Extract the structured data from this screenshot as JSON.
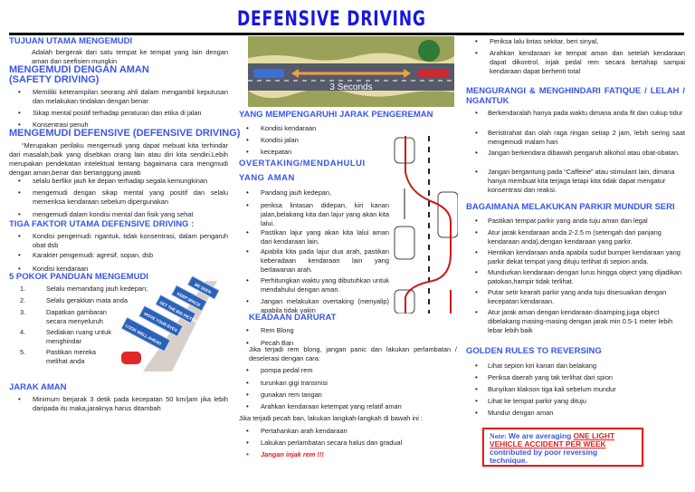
{
  "title": "DEFENSIVE DRIVING",
  "left": {
    "tujuan": {
      "heading": "TUJUAN UTAMA MENGEMUDI",
      "text": "Adalah bergerak dari satu tempat ke tempat yang lain dengan aman dan seefisien mungkin"
    },
    "safety": {
      "heading": "MENGEMUDI DENGAN AMAN (SAFETY DRIVING)",
      "items": [
        "Memiliki keterampilan seorang ahli dalam mengambil keputusan dan melakukan tindakan dengan benar",
        "Sikap mental positif terhadap peraturan dan etika di jalan",
        "Konsentrasi penuh"
      ]
    },
    "defensive": {
      "heading": "MENGEMUDI DEFENSIVE (DEFENSIVE DRIVING)",
      "text": "“Merupakan perilaku mengemudi yang dapat mebuat kita terhindar dari masalah,baik yang disebkan orang lain atau diri kita sendiri.Lebih merupakan pendekatan intelektual tentang bagaimana cara mengmudi dengan aman,benar dan bertanggung jawab",
      "items": [
        "selalu berfikir jauh ke depan terhadap segala kemungkinan",
        "mengemudi dengan sikap mental yang positif dan selalu memeriksa kendaraan sebelum dipergunakan",
        "mengemudi dalam kondisi mental dan fisik yang sehat"
      ]
    },
    "tiga": {
      "heading": "TIGA FAKTOR UTAMA DEFENSIVE DRIVING :",
      "items": [
        "Kondisi pengemudi: ngantuk, tidak konsentrasi, dalam pengaruh obat dsb",
        "Karakter pengemudi: agresif,  sopan, dsb",
        "Kondisi kendaraan"
      ]
    },
    "pokok": {
      "heading": "5 POKOK PANDUAN MENGEMUDI",
      "items": [
        {
          "n": "1.",
          "t": "Selalu memandang jauh kedepan;"
        },
        {
          "n": "2.",
          "t": "Selalu gerakkan mata anda"
        },
        {
          "n": "3.",
          "t": "Dapatkan gambaran secara menyeluruh"
        },
        {
          "n": "4.",
          "t": "Sediakan ruang untuk menghindar"
        },
        {
          "n": "5.",
          "t": "Pastikan mereka melihat anda"
        }
      ],
      "signs": [
        "LOOK WELL AHEAD",
        "MOVE YOUR EYES",
        "GET THE BIG PICTURE",
        "KEEP SPACE",
        "BE SEEN"
      ]
    },
    "jarak": {
      "heading": "JARAK AMAN",
      "items": [
        "Minimum berjarak 3 detik pada kecepatan 50 km/jam jika lebih daripada itu maka,jaraknya harus ditambah"
      ]
    }
  },
  "middle": {
    "image_label": "3 Seconds",
    "pengereman": {
      "heading": "YANG MEMPENGARUHI JARAK PENGEREMAN",
      "items": [
        "Kondisi kendaraan",
        "Kondisi jalan",
        "kecepatan"
      ]
    },
    "overtaking": {
      "heading": "OVERTAKING/MENDAHULUI YANG AMAN",
      "items": [
        "Pandang jauh kedepan,",
        "periksa lintasan didepan, kiri kanan jalan,belakang kita dan lajur yang akan kita lalui.",
        "Pastikan lajur yang akan kita lalui aman dari kendaraan lain.",
        "Apabila kita pada lajur dua arah, pastikan keberadaan kendaraan lain yang berlawanan arah.",
        "Perhitungkan waktu yang dibutuhkan untuk mendahului dengan aman.",
        "Jangan melakukan overtaking (menyalip) apabila tidak yakin"
      ]
    },
    "darurat": {
      "heading": "KEADAAN DARURAT",
      "items": [
        "Rem Blong",
        "Pecah Ban"
      ],
      "text1": "Jika terjadi rem blong, jangan panic dan lakukan perlambatan / deselerasi dengan cara:",
      "items2": [
        "pompa pedal rem",
        "turunkan gigi transmisi",
        "gunakan rem tangan",
        "Arahkan kendaraan ketempat yang relatif aman"
      ],
      "text2": "Jika terjadi pecah ban, lakukan langkah-langkah di bawah ini :",
      "items3": [
        "Pertahankan arah kendaraan",
        "Lakukan perlambatan secara halus dan gradual",
        "Jangan injak rem !!!"
      ]
    }
  },
  "right": {
    "top_items": [
      "Periksa lalu lintas sekitar, beri sinyal,",
      "Arahkan kendaraan ke tempat aman dan setelah kendaraan dapat dikontrol, injak pedal rem secara bertahap sampai kendaraan dapat berhenti total"
    ],
    "fatigue": {
      "heading": "MENGURANGI & MENGHINDARI FATIQUE / LELAH / NGANTUK",
      "items": [
        "Berkendaralah hanya pada waktu dimana anda fit dan cukup tidur",
        "Beristirahat dan olah raga ringan setiap 2 jam, lebih sering saat mengemudi malam hari",
        "Jangan berkendara dibawah pengaruh alkohol atau obat-obatan.",
        "Jangan bergantung pada “Caffeine” atau stimulant lain, dimana hanya membuat kita terjaga tetapi kita tidak dapat mengatur konsentrasi dan reaksi."
      ]
    },
    "parkir": {
      "heading": "BAGAIMANA  MELAKUKAN PARKIR MUNDUR SERI",
      "items": [
        "Pastikan tempat parkir yang anda tuju aman dan legal",
        "Atur jarak kendaraan anda 2-2.5 m (setengah dari panjang kendaraan anda),dengan kendaraan yang parkir.",
        "Hentikan kendaraan anda apabila sudut bumper kendaraan yang parkir dekat tempat yang dituju terlihat di sepion anda.",
        "Mundurkan kendaraan dengan lurus hingga object yang dijadikan patokan,hampir tidak terlihat.",
        "Putar setir kearah parkir yang anda tuju disesuaikan dengan kecepatan kendaraan.",
        "Atur jarak aman dengan kendaraan disamping,juga object dibelakang masing-masing dengan jarak min 0.5-1 meter lebih lebar lebih baik"
      ]
    },
    "golden": {
      "heading": "GOLDEN RULES TO REVERSING",
      "items": [
        "Lihat sepion kiri kanan dan belakang",
        "Periksa daerah yang tak terlihat dari spion",
        "Bunyikan klakson tiga kali sebelum mundur",
        "Lihat ke tempat parkir yang dituju",
        "Mundur dengan aman"
      ]
    },
    "note": {
      "label": "Note:",
      "pre": "We are averaging",
      "highlight": "ONE LIGHT VEHICLE ACCIDENT PER WEEK",
      "post": "contributed by poor reversing technique."
    }
  },
  "colors": {
    "heading": "#3a56e6",
    "title": "#1717e0",
    "warning": "#e02020"
  }
}
